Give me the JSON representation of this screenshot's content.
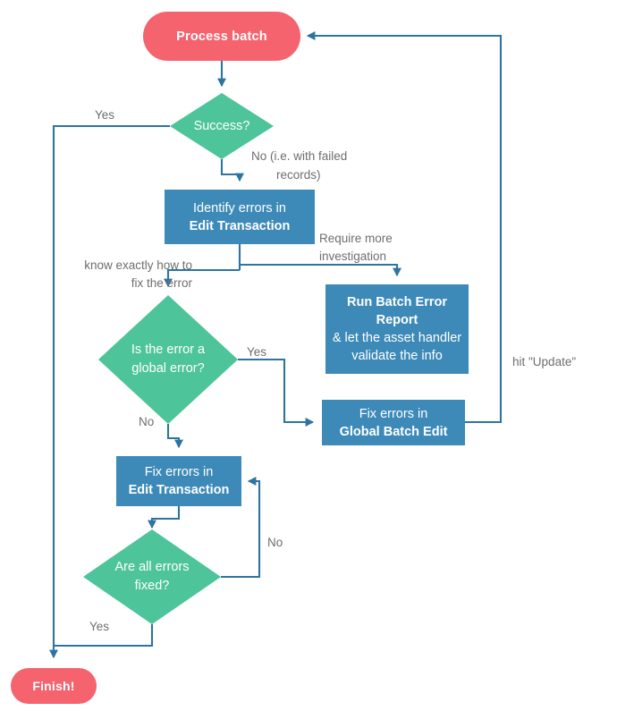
{
  "diagram": {
    "title": "Batch processing error handling flowchart",
    "colors": {
      "terminator": "#f4636e",
      "decision": "#4ec49a",
      "process": "#3d8ab8",
      "connector": "#2e74a0",
      "label_text": "#6d6e71",
      "node_text": "#ffffff",
      "background": "#ffffff"
    }
  },
  "nodes": {
    "start": {
      "type": "terminator",
      "label": "Process batch"
    },
    "success": {
      "type": "decision",
      "label": "Success?"
    },
    "identify_errors": {
      "type": "process",
      "line1": "Identify errors in",
      "line2": "Edit Transaction"
    },
    "batch_error_report": {
      "type": "process",
      "line1": "Run Batch Error Report",
      "line2": "& let the asset handler",
      "line3": "validate the info"
    },
    "global_error": {
      "type": "decision",
      "line1": "Is the error a",
      "line2": "global error?"
    },
    "global_batch_edit": {
      "type": "process",
      "line1": "Fix errors in",
      "line2": "Global Batch Edit"
    },
    "fix_edit_transaction": {
      "type": "process",
      "line1": "Fix errors in",
      "line2": "Edit Transaction"
    },
    "all_fixed": {
      "type": "decision",
      "line1": "Are all errors",
      "line2": "fixed?"
    },
    "finish": {
      "type": "terminator",
      "label": "Finish!"
    }
  },
  "edge_labels": {
    "success_yes": "Yes",
    "success_no_line1": "No (i.e. with failed",
    "success_no_line2": "records)",
    "require_investigation_line1": "Require more",
    "require_investigation_line2": "investigation",
    "know_how_line1": "know exactly how to",
    "know_how_line2": "fix the error",
    "global_yes": "Yes",
    "global_no": "No",
    "hit_update": "hit \"Update\"",
    "all_fixed_no": "No",
    "all_fixed_yes": "Yes"
  }
}
